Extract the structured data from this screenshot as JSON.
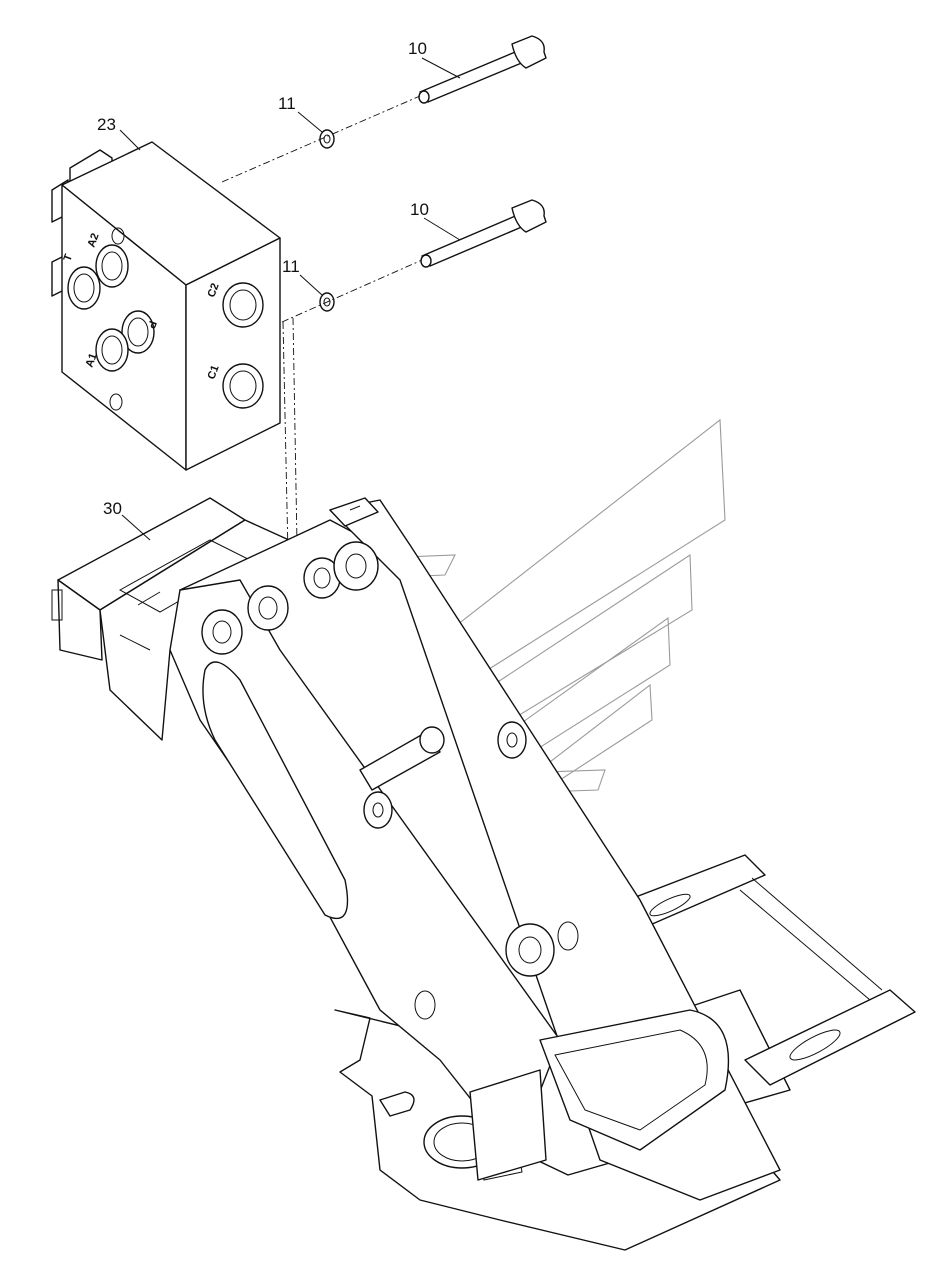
{
  "callouts": {
    "bolt_upper": "10",
    "bolt_lower": "10",
    "washer_upper": "11",
    "washer_lower": "11",
    "valve_block": "23",
    "frame": "30"
  },
  "port_labels": {
    "t": "T",
    "a2": "A2",
    "p": "P",
    "a1": "A1",
    "c2": "C2",
    "c1": "C1"
  },
  "colors": {
    "line": "#111111",
    "watermark": "#9a9a9a",
    "background": "#ffffff"
  }
}
